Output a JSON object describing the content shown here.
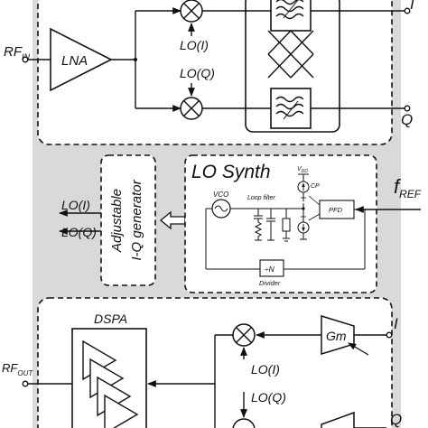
{
  "receiver": {
    "rf_in_main": "RF",
    "rf_in_sub": "IN",
    "lna": "LNA",
    "lo_i": "LO(I)",
    "lo_q": "LO(Q)",
    "out_i": "I",
    "out_q": "Q"
  },
  "iq_generator": {
    "title_line1": "Adjustable",
    "title_line2": "I-Q generator",
    "lo_i": "LO(I)",
    "lo_q": "LO(Q)"
  },
  "lo_synth": {
    "title": "LO Synth",
    "vco": "VCO",
    "loop_filter": "Loop filter",
    "vdd_main": "V",
    "vdd_sub": "DD",
    "cp": "CP",
    "pfd": "PFD",
    "divider_symbol": "÷N",
    "divider": "Divider",
    "fref_main": "f",
    "fref_sub": "REF"
  },
  "transmitter": {
    "dspa": "DSPA",
    "rf_out_main": "RF",
    "rf_out_sub": "OUT",
    "gm": "Gm",
    "lo_i": "LO(I)",
    "lo_q": "LO(Q)",
    "in_i": "I",
    "in_q": "Q"
  }
}
